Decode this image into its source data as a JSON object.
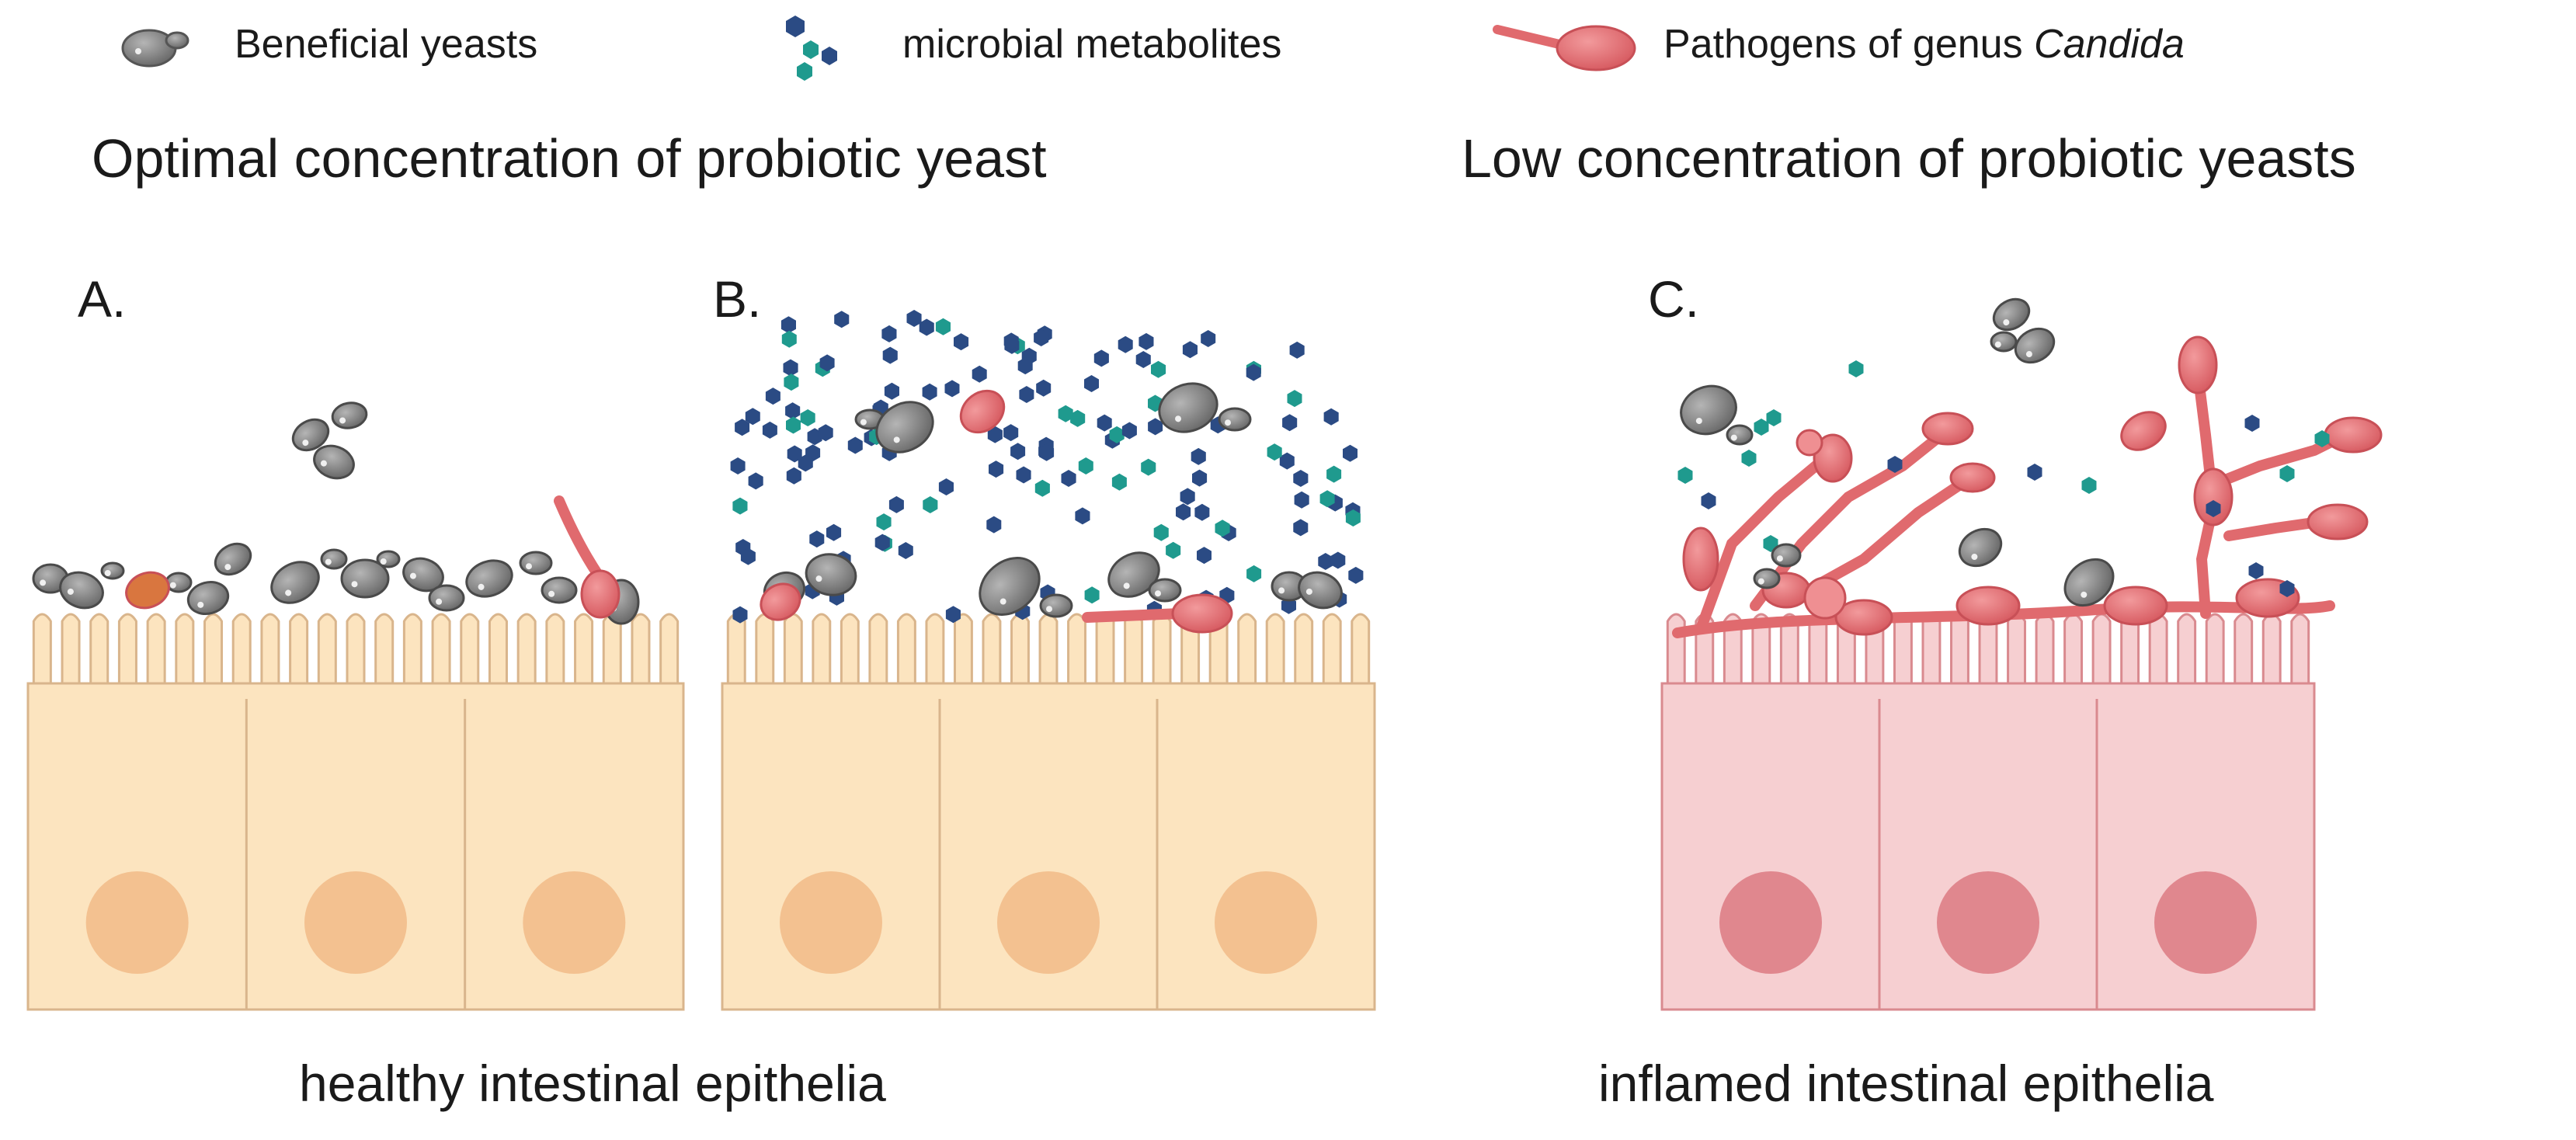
{
  "legend": {
    "beneficial": "Beneficial yeasts",
    "metabolites": "microbial metabolites",
    "pathogens_prefix": "Pathogens of genus ",
    "pathogens_genus": "Candida"
  },
  "headings": {
    "optimal": "Optimal concentration of probiotic yeast",
    "low": "Low concentration of probiotic yeasts"
  },
  "panels": {
    "a": "A.",
    "b": "B.",
    "c": "C."
  },
  "footers": {
    "healthy": "healthy intestinal epithelia",
    "inflamed": "inflamed intestinal epithelia"
  },
  "colors": {
    "yeast": "#8c8c8c",
    "metabolite_dark": "#2b4b84",
    "metabolite_teal": "#1f9a8e",
    "pathogen": "#e06a6e",
    "healthy_cell": "#fce4bf",
    "healthy_nucleus": "#f3c190",
    "inflamed_cell": "#f6cfd1",
    "inflamed_nucleus": "#e0878e"
  }
}
